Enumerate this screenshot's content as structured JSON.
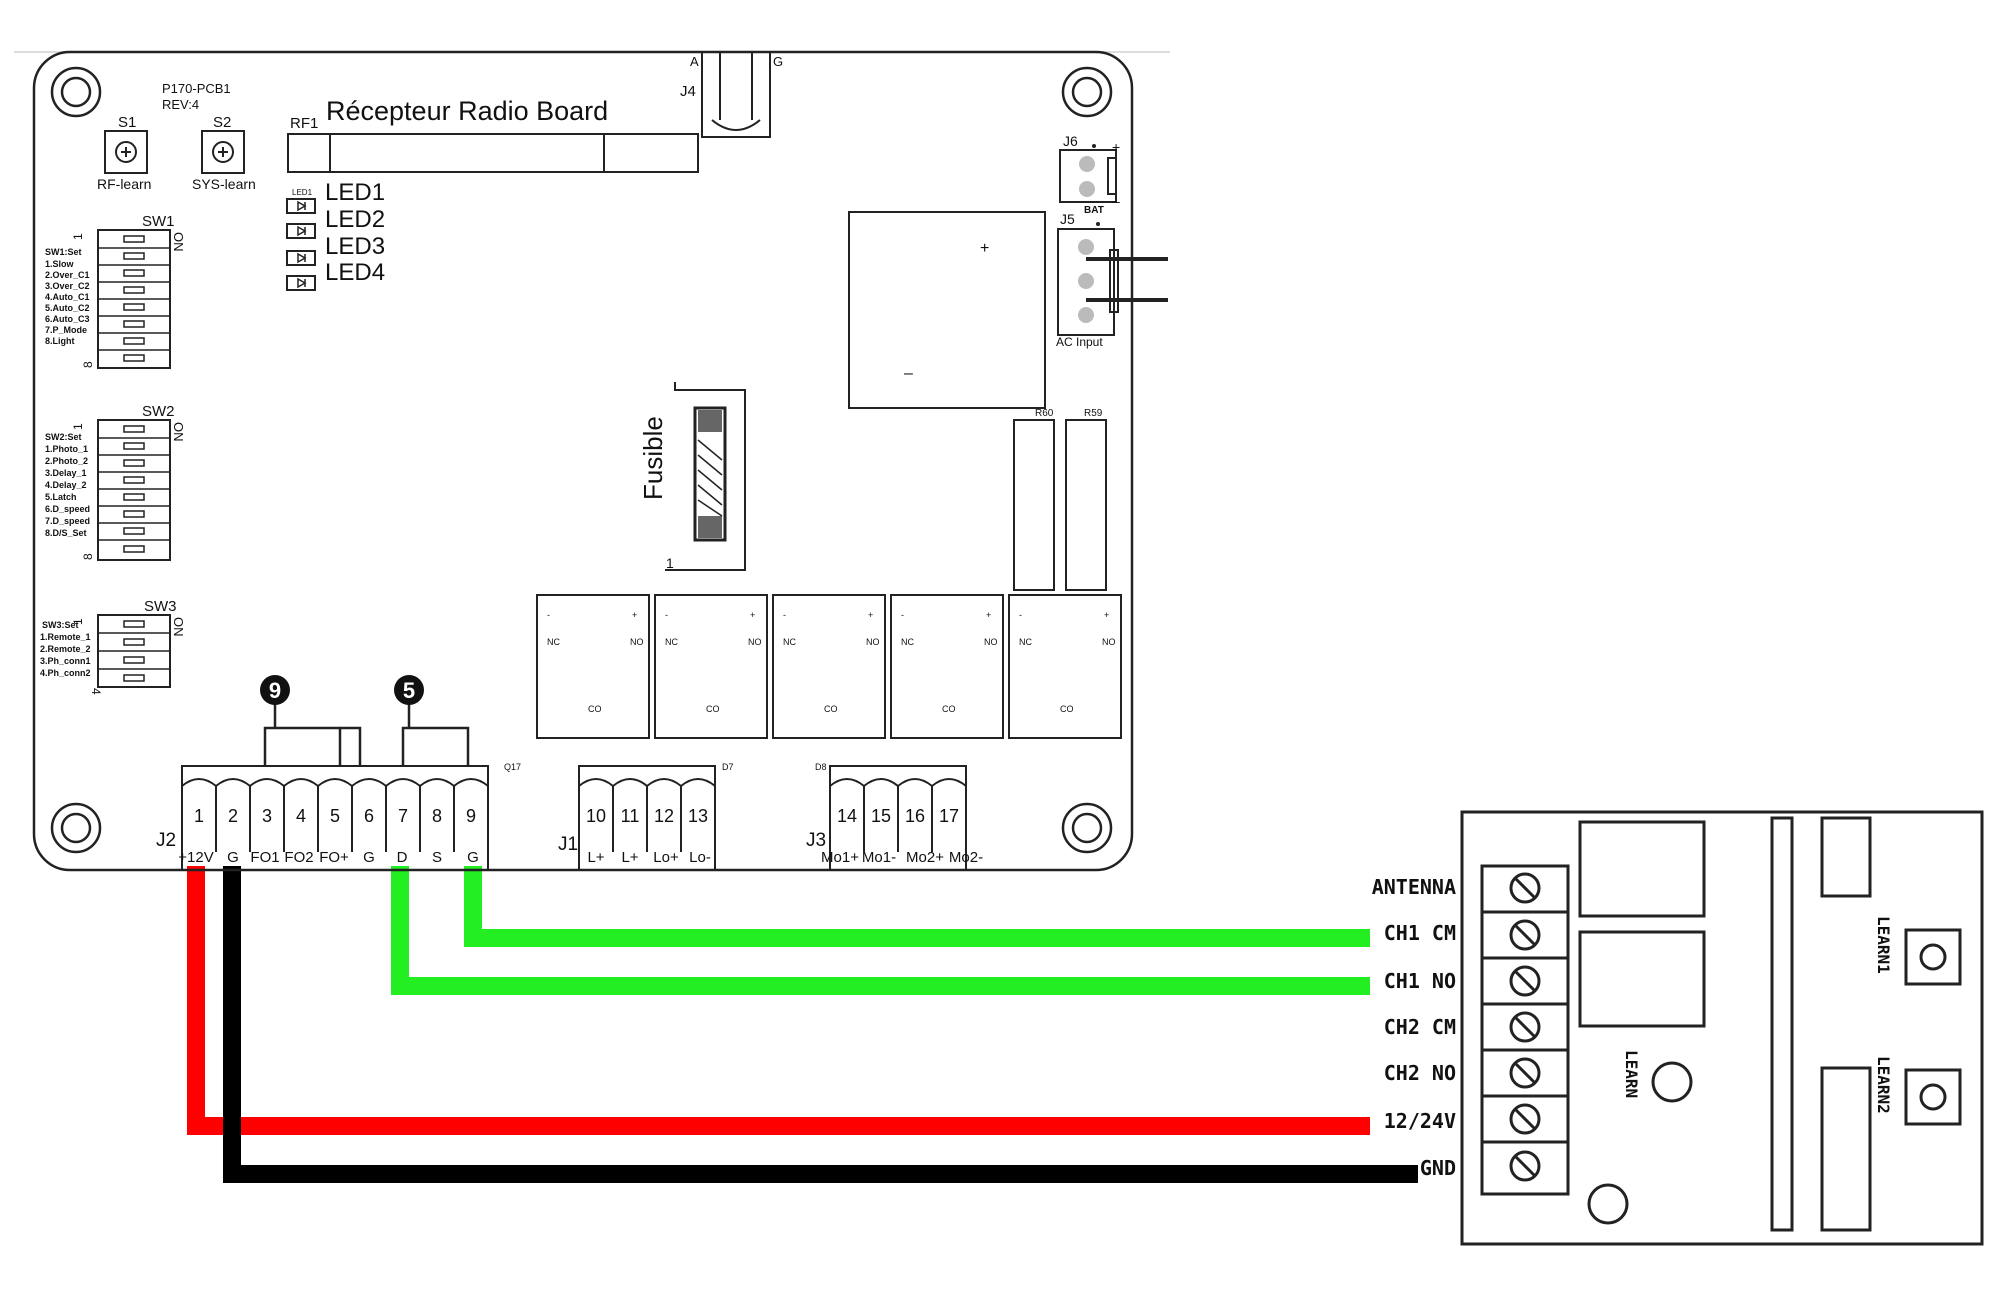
{
  "board": {
    "model": "P170-PCB1",
    "rev": "REV:4",
    "title": "Récepteur Radio Board",
    "rf": "RF1",
    "s1": "S1",
    "s2": "S2",
    "s1_caption": "RF-learn",
    "s2_caption": "SYS-learn",
    "led_small": "LED1",
    "leds": [
      "LED1",
      "LED2",
      "LED3",
      "LED4"
    ],
    "j4": "J4",
    "j4_a": "A",
    "j4_g": "G",
    "j6": "J6",
    "bat": "BAT",
    "j5": "J5",
    "ac_input": "AC Input",
    "cap_plus": "+",
    "cap_minus": "–",
    "r60": "R60",
    "r59": "R59",
    "fuse": "Fusible",
    "fuse_pin": "1",
    "sw1": {
      "title": "SW1",
      "on": "ON",
      "first": "1",
      "last": "8",
      "labels": [
        "SW1:Set",
        "1.Slow",
        "2.Over_C1",
        "3.Over_C2",
        "4.Auto_C1",
        "5.Auto_C2",
        "6.Auto_C3",
        "7.P_Mode",
        "8.Light"
      ]
    },
    "sw2": {
      "title": "SW2",
      "on": "ON",
      "first": "1",
      "last": "8",
      "labels": [
        "SW2:Set",
        "1.Photo_1",
        "2.Photo_2",
        "3.Delay_1",
        "4.Delay_2",
        "5.Latch",
        "6.D_speed",
        "7.D_speed",
        "8.D/S_Set"
      ]
    },
    "sw3": {
      "title": "SW3",
      "on": "ON",
      "first": "1",
      "last": "4",
      "labels": [
        "SW3:Set",
        "1.Remote_1",
        "2.Remote_2",
        "3.Ph_conn1",
        "4.Ph_conn2"
      ]
    },
    "relays": [
      {
        "minus": "-",
        "plus": "+",
        "nc": "NC",
        "no": "NO",
        "co": "CO"
      },
      {
        "minus": "-",
        "plus": "+",
        "nc": "NC",
        "no": "NO",
        "co": "CO"
      },
      {
        "minus": "-",
        "plus": "+",
        "nc": "NC",
        "no": "NO",
        "co": "CO"
      },
      {
        "minus": "-",
        "plus": "+",
        "nc": "NC",
        "no": "NO",
        "co": "CO"
      },
      {
        "minus": "-",
        "plus": "+",
        "nc": "NC",
        "no": "NO",
        "co": "CO"
      }
    ],
    "callout_9": "9",
    "callout_5": "5",
    "q17": "Q17",
    "d7": "D7",
    "d8": "D8",
    "j2": {
      "name": "J2",
      "pins": [
        "1",
        "2",
        "3",
        "4",
        "5",
        "6",
        "7",
        "8",
        "9"
      ],
      "labels": [
        "+12V",
        "G",
        "FO1",
        "FO2",
        "FO+",
        "G",
        "D",
        "S",
        "G"
      ]
    },
    "j1": {
      "name": "J1",
      "pins": [
        "10",
        "11",
        "12",
        "13"
      ],
      "labels": [
        "L+",
        "L+",
        "Lo+",
        "Lo-"
      ]
    },
    "j3": {
      "name": "J3",
      "pins": [
        "14",
        "15",
        "16",
        "17"
      ],
      "labels": [
        "Mo1+",
        "Mo1-",
        "Mo2+",
        "Mo2-"
      ]
    }
  },
  "receiver": {
    "terminals": [
      "ANTENNA",
      "CH1 CM",
      "CH1 NO",
      "CH2 CM",
      "CH2 NO",
      "12/24V",
      "GND"
    ],
    "learn": "LEARN",
    "learn1": "LEARN1",
    "learn2": "LEARN2"
  },
  "colors": {
    "wire_12v": "#ff0000",
    "wire_gnd": "#000000",
    "wire_ch1": "#22ee22",
    "outline": "#222222"
  }
}
